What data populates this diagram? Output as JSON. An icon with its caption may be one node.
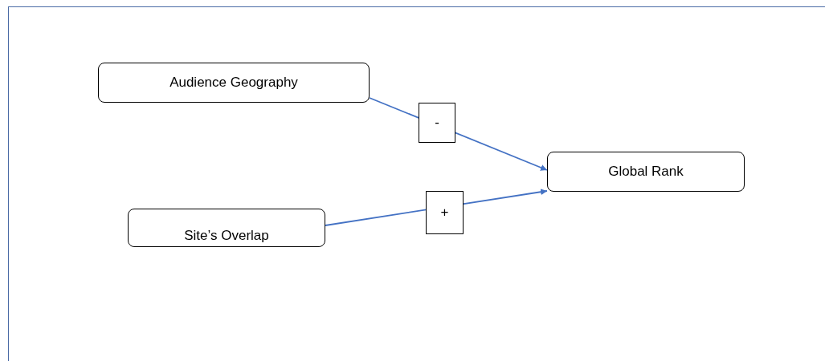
{
  "diagram": {
    "nodes": [
      {
        "text": [
          "Audience Geography"
        ]
      },
      {
        "text": [
          "Global Rank"
        ]
      },
      {
        "text": [
          "Site’s Overlap"
        ]
      }
    ],
    "edges": [
      {
        "from": 0,
        "to": 1,
        "arrow": "to",
        "label": "-"
      },
      {
        "from": 2,
        "to": 1,
        "arrow": "to",
        "label": "+"
      }
    ]
  }
}
